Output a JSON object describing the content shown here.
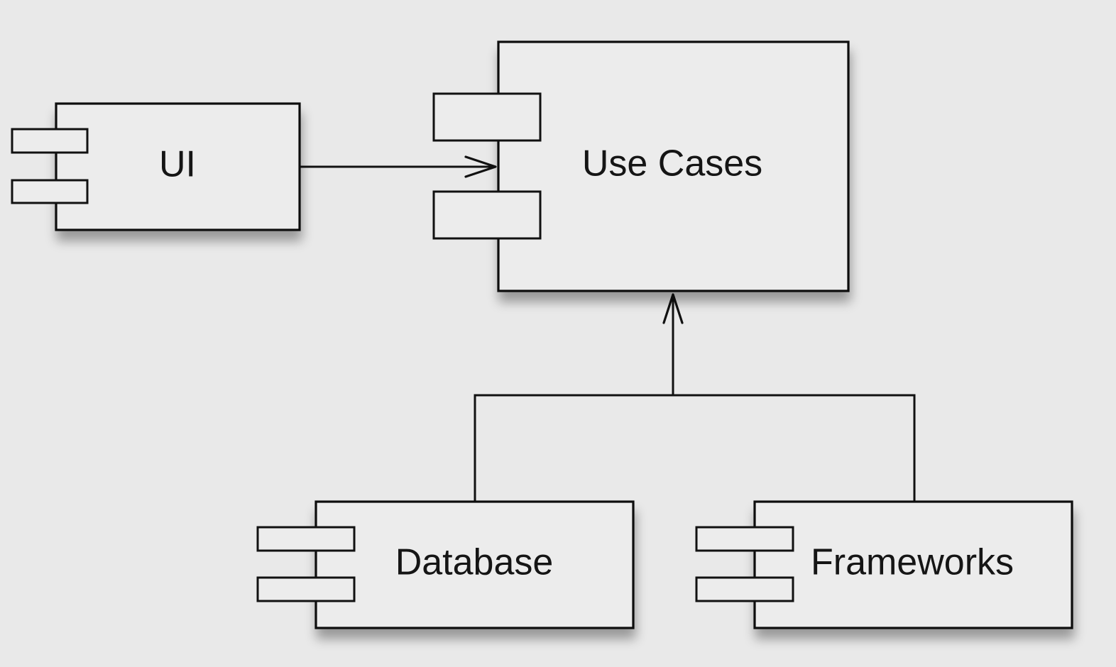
{
  "diagram": {
    "components": {
      "ui": "UI",
      "use_cases": "Use Cases",
      "database": "Database",
      "frameworks": "Frameworks"
    }
  },
  "colors": {
    "background": "#e9e9e9",
    "box_fill": "#ececec",
    "stroke": "#111111",
    "text": "#151515"
  }
}
